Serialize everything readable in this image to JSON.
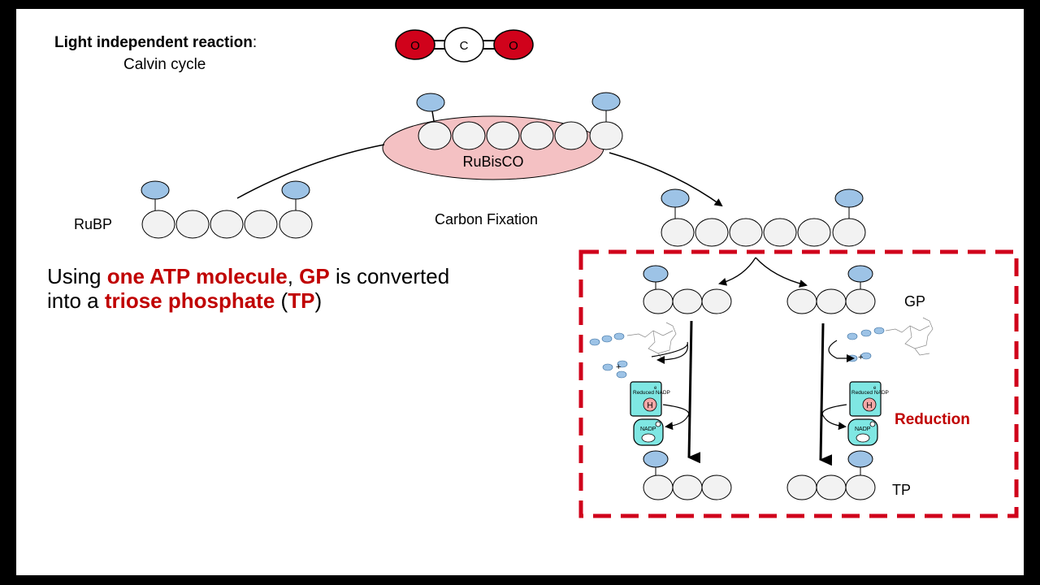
{
  "header": {
    "title": "Light independent reaction",
    "title_colon": ":",
    "subtitle": "Calvin cycle"
  },
  "labels": {
    "co2_left": "O",
    "co2_center": "C",
    "co2_right": "O",
    "rubisco": "RuBisCO",
    "rubp": "RuBP",
    "carbon_fixation": "Carbon Fixation",
    "gp": "GP",
    "tp": "TP",
    "reduction": "Reduction",
    "reduced_nadp": "Reduced NADP",
    "h": "H",
    "nadp": "NADP",
    "electron": "e",
    "plus": "+"
  },
  "body_text": {
    "line1_part1": "Using ",
    "line1_part2": "one ATP molecule",
    "line1_part3": ", ",
    "line1_part4": "GP",
    "line1_part5": " is converted",
    "line2_part1": "into a ",
    "line2_part2": "triose phosphate",
    "line2_part3": " (",
    "line2_part4": "TP",
    "line2_part5": ")"
  },
  "colors": {
    "accent_red": "#c00000",
    "phosphate_blue": "#9dc3e6",
    "rubisco_pink": "#f4c1c3",
    "co2_red": "#d0021b",
    "nadp_cyan": "#7fe7e3"
  }
}
